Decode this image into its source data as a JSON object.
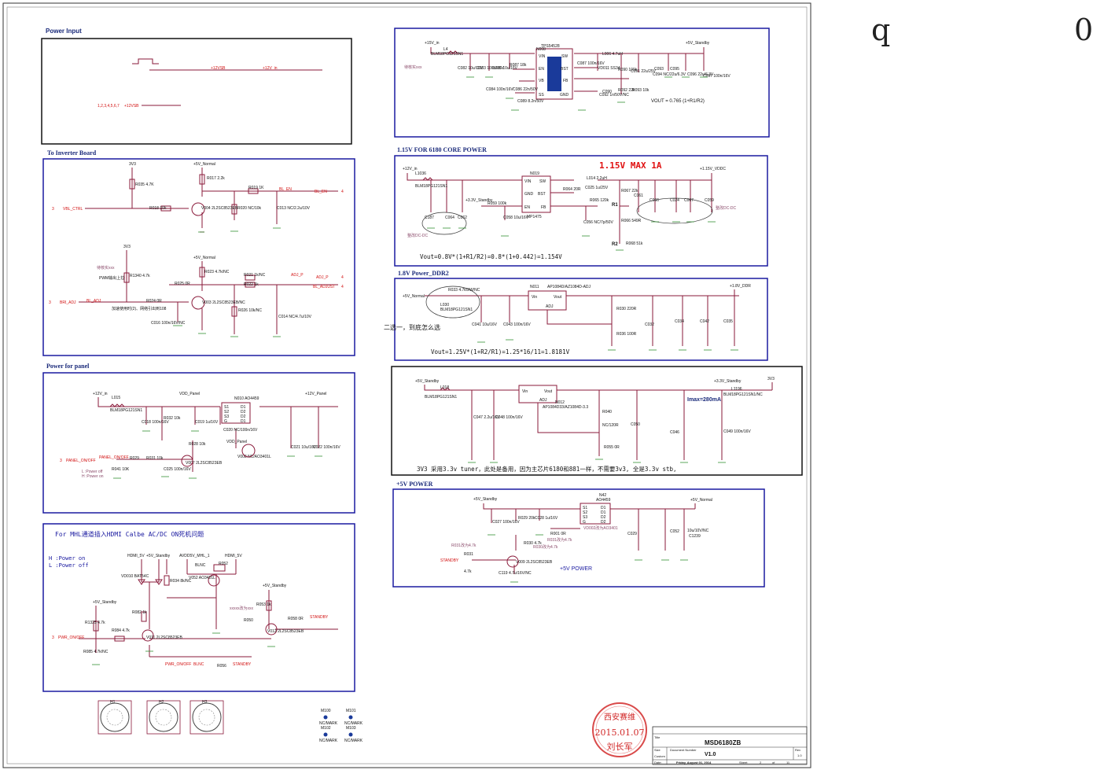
{
  "page_letters": {
    "left": "q",
    "right": "0"
  },
  "sections": {
    "power_input": {
      "title": "Power Input",
      "nets": [
        "+12VSB",
        "+12V_in",
        "+12VSB"
      ],
      "note": "1,2,3,4,5,6,7"
    },
    "inverter": {
      "title": "To Inverter Board",
      "power_labels": [
        "3V3",
        "+5V_Normal",
        "3V3",
        "+5V_Normal"
      ],
      "nets": [
        "VBL_CTRL",
        "BL_EN",
        "BL_EN",
        "BRI_ADJ",
        "BL_ADJ",
        "ADJ_P",
        "ADJ_P",
        "BL_ADJUST"
      ],
      "pins": [
        "3",
        "4",
        "3",
        "4",
        "4"
      ],
      "parts": [
        "R035 4.7K",
        "R017 2.2k",
        "R019 1K",
        "R018 10k",
        "V004 2L2SC8523EB",
        "R020 NC/10k",
        "C013 NC/2.2u/10V",
        "R1340 4.7k",
        "R023 4.7k/NC",
        "R021 1k/NC",
        "R022 1k",
        "R024 0R",
        "R025 0R",
        "V003 2L2SC8523EB/NC",
        "R026 10k/NC",
        "C014 NC/4.7u/10V",
        "C016 100n/16V/NC"
      ],
      "notes": [
        "待核实xxx",
        "PWM输出上拉",
        "加速使用时(2)、网络引出到108"
      ]
    },
    "panel": {
      "title": "Power for panel",
      "power_labels": [
        "+12V_in",
        "VDD_Panel",
        "+12V_Panel",
        "VDD_Panel"
      ],
      "parts": [
        "L015",
        "BLM18PG121SN1",
        "C018 100n/16V",
        "R032 10k",
        "C019 1u/16V",
        "N010 AO4459",
        "S1",
        "S2",
        "S3",
        "G",
        "D1",
        "D2",
        "D2",
        "D1",
        "C020 NC/100n/16V",
        "C021 10u/16V",
        "C022 100n/16V",
        "R028 10k",
        "V008 NC/AO3401L",
        "V007 2L2SC8523EB",
        "R029",
        "R031 10k",
        "C025 100n/16V",
        "R041 10K"
      ],
      "nets": [
        "PANEL_ON/OFF",
        "PANEL_ON/OFF"
      ],
      "pin": "3",
      "notes": [
        "L :Power off",
        "H :Power on"
      ]
    },
    "mhl": {
      "title": "For MHL通道插入HDMI Calbe AC/DC ON死机问题",
      "legend": [
        "H :Power on",
        "L :Power off"
      ],
      "power_labels": [
        "HDMI_5V",
        "+5V_Standby",
        "AVDD5V_MHL_1",
        "HDMI_5V",
        "+5V_Standby",
        "+5V_Standby"
      ],
      "parts": [
        "VD010 BAT54C",
        "R034 8k/NC",
        "BLNC",
        "V052 AO3401L",
        "R052",
        "R053 1k",
        "R082 1k",
        "R084 4.7k",
        "R1325 4.7k",
        "R085 4.7k/NC",
        "V011 2L2SC8523EB",
        "V012 2L2SC8523EB",
        "R050",
        "R058 0R",
        "R056"
      ],
      "nets": [
        "PWR_ON/OFF",
        "STANDBY",
        "PWR_ON/OFF",
        "STANDBY",
        "BLNC",
        "STANDBY"
      ],
      "notes": [
        "xxxxx改为xxx",
        "0R"
      ],
      "pin": "3"
    },
    "v15": {
      "power_labels": [
        "+15V_in",
        "+5V_Standby"
      ],
      "chip": "N008",
      "chip_pins": [
        "VIN",
        "SW",
        "EN",
        "BST",
        "VB",
        "FB",
        "SS",
        "GND"
      ],
      "parts": [
        "L4",
        "BLM18PG121SN1",
        "C082 10u/16V",
        "C083 100n/16V",
        "C085 10u/16V",
        "R087 18k",
        "C084 100n/16V",
        "C086 22n/50V",
        "C089 8.2n/50V",
        "C087 100n/16V",
        "L006 4.7uH",
        "VD011 SS34",
        "C090",
        "C091 22u/25V",
        "R090 100k",
        "R092 22k",
        "C092 1n/50V/NC",
        "R093 10k",
        "C093",
        "C094 NC/22u/6.3V",
        "C095",
        "C096 22u/6.3V",
        "C097 100n/16V",
        "TPS54528"
      ],
      "notes": [
        "待核实xxx"
      ],
      "formula": "VOUT = 0.765  (1+R1/R2)"
    },
    "core": {
      "title": "1.15V FOR 6180 CORE POWER",
      "headline": "1.15V  MAX 1A",
      "power_labels": [
        "+12V_in",
        "+3.3V_Standby",
        "+1.15V_VDDC"
      ],
      "chip": "N019",
      "chip_pins": [
        "VIN",
        "SW",
        "GND",
        "BST",
        "EN",
        "FB"
      ],
      "parts": [
        "L1036",
        "BLM18PG121SN1",
        "C187",
        "C064",
        "C062",
        "R059 100k",
        "C058 10u/16V",
        "R064 20R",
        "C025 1u/25V",
        "L014 2.2uH",
        "R065 120k",
        "C056 NC/7p/50V",
        "R067 22k",
        "R066 549R",
        "R068 51k",
        "C061",
        "C066",
        "C024",
        "C067",
        "C059",
        "MP1475"
      ],
      "r_labels": [
        "R1",
        "R2"
      ],
      "notes": [
        "整改DC-DC",
        "整改DC-DC"
      ],
      "formula": "Vout=0.8V*(1+R1/R2)=0.8*(1+0.442)=1.154V"
    },
    "ddr": {
      "title": "1.8V Power_DDR2",
      "power_labels": [
        "+5V_Normal",
        "+1.8V_DDR"
      ],
      "chip": "N011",
      "chip_model": "AP1084D/AZ1084D-ADJ",
      "chip_pins": [
        "Vin",
        "Vout",
        "ADJ"
      ],
      "parts": [
        "R033 4.7k/2W/NC",
        "L030",
        "BLM18PG121SN1",
        "C041 10u/16V",
        "C043 100n/16V",
        "R030 220R",
        "R036 100R",
        "C032",
        "C034",
        "C042",
        "C035"
      ],
      "note": "二选一，到底怎么选",
      "formula": "Vout=1.25V*(1+R2/R1)=1.25*16/11=1.8181V"
    },
    "tuner": {
      "power_labels": [
        "+5V_Standby",
        "+3.3V_Standby",
        "3V3"
      ],
      "chip_pins": [
        "Vin",
        "Vout",
        "ADJ"
      ],
      "parts": [
        "L018",
        "BLM18PG121SN1",
        "C047 2.2u/16V",
        "C048 100n/16V",
        "N012",
        "AP1084D33/AZ1084D-3.3",
        "R040",
        "NC/120R",
        "R055 0R",
        "C050",
        "C046",
        "C049 100n/16V",
        "L1196",
        "BLM18PG121SN1/NC"
      ],
      "imax": "Imax=280mA",
      "note": "3V3 采用3.3v tuner，此处是备用，因为主芯片6180和881一样，不需要3v3, 全是3.3v stb,"
    },
    "plus5": {
      "title": "+5V POWER",
      "power_labels": [
        "+5V_Standby",
        "+5V_Normal"
      ],
      "chip": "N42",
      "chip_model": "AO4459",
      "chip_pins": [
        "S1",
        "S2",
        "S3",
        "G",
        "D1",
        "D1",
        "D2",
        "D2"
      ],
      "parts": [
        "C027 100n/16V",
        "R029 20k",
        "C028 1u/16V",
        "R001 0R",
        "R030 4.7k",
        "R031",
        "4.7k",
        "V009 2L2SC8523EB",
        "C119 4.7u/16V/NC",
        "C029",
        "C052",
        "C1239",
        "10u/10V/NC"
      ],
      "nets": [
        "STANDBY"
      ],
      "label": "+5V POWER",
      "notes": [
        "R031改为4.7k",
        "R030改为4.7k",
        "VD002改为AO3401",
        "R031改为4.7k"
      ]
    }
  },
  "mark_points": [
    "M100",
    "M101",
    "M102",
    "M103"
  ],
  "mark_label": "NC/MARK",
  "holes": [
    "H1",
    "H2",
    "H3"
  ],
  "stamp": {
    "org": "西安赛维",
    "date": "2015.01.07",
    "name": "刘长军"
  },
  "title_block": {
    "title_label": "Title",
    "title": "MSD6180ZB",
    "size_label": "Size",
    "size": "Custom",
    "doc_label": "Document Number",
    "doc": "V1.0",
    "rev_label": "Rev",
    "rev": "1.0",
    "date_label": "Date:",
    "date": "Friday, August 01, 2014",
    "sheet_label": "Sheet",
    "sheet": "2",
    "of_label": "of",
    "of": "11"
  },
  "colors": {
    "wire": "#8a1a3a",
    "net": "#d21010",
    "border": "#1a1aa0",
    "title": "#1a2a7a",
    "ground": "#2a8a2a"
  }
}
